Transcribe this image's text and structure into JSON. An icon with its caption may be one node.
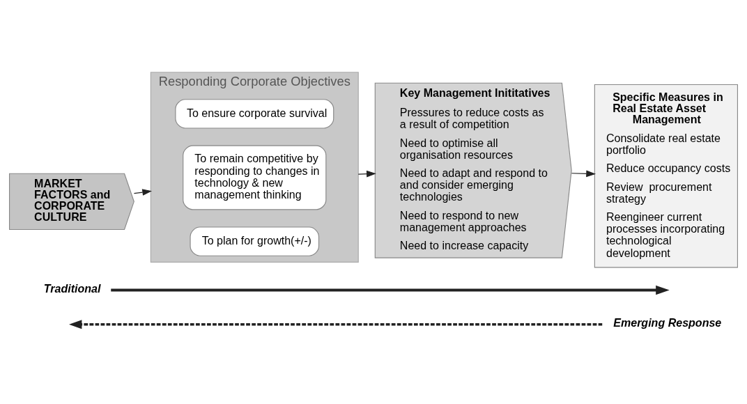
{
  "diagram": {
    "nodes": [
      {
        "text": [
          "MARKET FACTORS and CORPORATE CULTURE"
        ]
      },
      {
        "text": [
          "Responding Corporate Objectives"
        ]
      },
      {
        "text": [
          "To ensure corporate survival"
        ],
        "in": 1
      },
      {
        "text": [
          "To remain competitive by responding to changes in technology & new management thinking"
        ],
        "in": 1
      },
      {
        "text": [
          "To plan for growth(+/-)"
        ],
        "in": 1
      },
      {
        "text": [
          "Key Management Inititatives",
          "Pressures to reduce costs as a result of competition",
          "Need to optimise all organisation resources",
          "Need to adapt and respond to and consider emerging technologies",
          "Need to respond to new management approaches",
          "Need to increase capacity"
        ]
      },
      {
        "text": [
          "Specific Measures in Real Estate Asset Management",
          "Consolidate real estate portfolio",
          "Reduce occupancy costs",
          "Review  procurement strategy",
          "Reengineer current processes incorporating technological development"
        ]
      },
      {
        "text": [
          "Traditional"
        ]
      },
      {
        "text": [
          "Emerging Response"
        ]
      }
    ],
    "edges": [
      {
        "from": 0,
        "to": 1,
        "arrow": "to"
      },
      {
        "from": 1,
        "to": 5,
        "arrow": "to"
      },
      {
        "from": 5,
        "to": 6,
        "arrow": "to"
      },
      {
        "from": 7,
        "to": null,
        "arrow": "to",
        "style": "thick"
      },
      {
        "from": 8,
        "to": null,
        "arrow": "to",
        "style": "dashed"
      }
    ]
  }
}
